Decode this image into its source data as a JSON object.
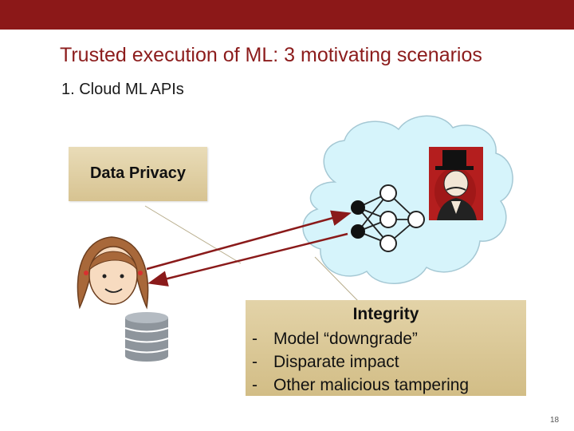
{
  "slide": {
    "title": "Trusted execution of ML: 3 motivating scenarios",
    "subtitle": "1.  Cloud ML APIs",
    "page_number": "18"
  },
  "colors": {
    "header_bar": "#8c1818",
    "title_text": "#8c1c1c",
    "box_fill": "#dccb9c",
    "cloud_fill": "#d6f4fb",
    "arrow": "#8a1a1a"
  },
  "data_privacy_box": {
    "label": "Data Privacy"
  },
  "integrity_box": {
    "title": "Integrity",
    "items": [
      {
        "bullet": "-",
        "text": "Model “downgrade”"
      },
      {
        "bullet": "-",
        "text": "Disparate impact"
      },
      {
        "bullet": "-",
        "text": "Other malicious tampering"
      }
    ]
  },
  "icons": {
    "user": "girl-avatar-icon",
    "data": "database-icon",
    "cloud": "cloud-icon",
    "model": "neural-network-icon",
    "adversary": "villain-icon"
  }
}
